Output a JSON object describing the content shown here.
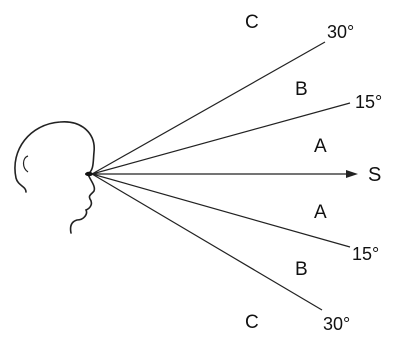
{
  "diagram": {
    "zones": {
      "upper_c": "C",
      "upper_b": "B",
      "upper_a": "A",
      "lower_a": "A",
      "lower_b": "B",
      "lower_c": "C"
    },
    "angles": {
      "upper_30": "30°",
      "upper_15": "15°",
      "lower_15": "15°",
      "lower_30": "30°"
    },
    "axis_label": "S",
    "line_color": "#222222"
  }
}
